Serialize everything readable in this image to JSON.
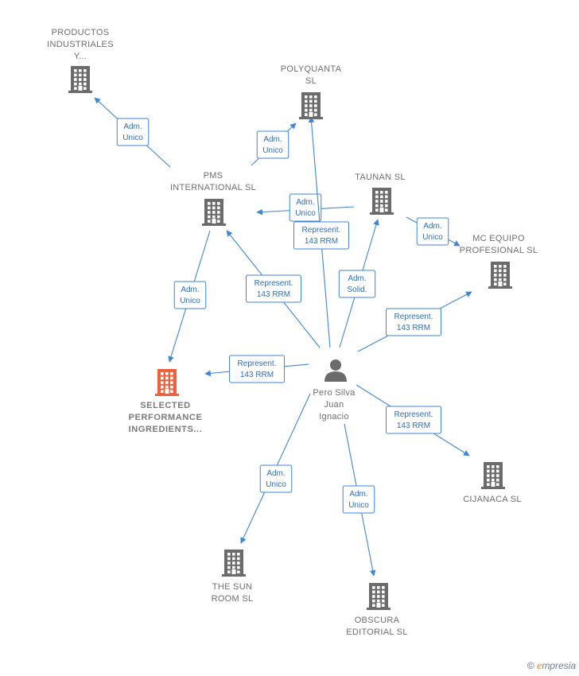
{
  "colors": {
    "edge": "#3f86d8",
    "edge_text": "#2e6fbf",
    "building": "#6b6b6b",
    "highlight": "#f0603a",
    "label": "#6f6f6f"
  },
  "nodes": [
    {
      "id": "productos",
      "type": "company",
      "icon": "building-icon",
      "lines": [
        "PRODUCTOS",
        "INDUSTRIALES",
        "Y..."
      ]
    },
    {
      "id": "polyquanta",
      "type": "company",
      "icon": "building-icon",
      "lines": [
        "POLYQUANTA",
        "SL"
      ]
    },
    {
      "id": "pms",
      "type": "company",
      "icon": "building-icon",
      "lines": [
        "PMS",
        "INTERNATIONAL SL"
      ]
    },
    {
      "id": "taunan",
      "type": "company",
      "icon": "building-icon",
      "lines": [
        "TAUNAN SL"
      ]
    },
    {
      "id": "mcequipo",
      "type": "company",
      "icon": "building-icon",
      "lines": [
        "MC EQUIPO",
        "PROFESIONAL SL"
      ]
    },
    {
      "id": "selected",
      "type": "company",
      "highlight": true,
      "icon": "building-icon",
      "lines": [
        "SELECTED",
        "PERFORMANCE",
        "INGREDIENTS..."
      ]
    },
    {
      "id": "pero",
      "type": "person",
      "icon": "person-icon",
      "lines": [
        "Pero Silva",
        "Juan",
        "Ignacio"
      ]
    },
    {
      "id": "cijanaca",
      "type": "company",
      "icon": "building-icon",
      "lines": [
        "CIJANACA  SL"
      ]
    },
    {
      "id": "sunroom",
      "type": "company",
      "icon": "building-icon",
      "lines": [
        "THE SUN",
        "ROOM  SL"
      ]
    },
    {
      "id": "obscura",
      "type": "company",
      "icon": "building-icon",
      "lines": [
        "OBSCURA",
        "EDITORIAL  SL"
      ]
    }
  ],
  "edges": [
    {
      "from": "pms",
      "to": "productos",
      "label": [
        "Adm.",
        "Unico"
      ]
    },
    {
      "from": "pms",
      "to": "polyquanta",
      "label": [
        "Adm.",
        "Unico"
      ]
    },
    {
      "from": "taunan",
      "to": "pms",
      "label": [
        "Adm.",
        "Unico"
      ]
    },
    {
      "from": "taunan",
      "to": "mcequipo",
      "label": [
        "Adm.",
        "Unico"
      ]
    },
    {
      "from": "pms",
      "to": "selected",
      "label": [
        "Adm.",
        "Unico"
      ]
    },
    {
      "from": "pero",
      "to": "polyquanta",
      "label": [
        "Represent.",
        "143 RRM"
      ]
    },
    {
      "from": "pero",
      "to": "pms",
      "label": [
        "Represent.",
        "143 RRM"
      ]
    },
    {
      "from": "pero",
      "to": "taunan",
      "label": [
        "Adm.",
        "Solid."
      ]
    },
    {
      "from": "pero",
      "to": "mcequipo",
      "label": [
        "Represent.",
        "143 RRM"
      ]
    },
    {
      "from": "pero",
      "to": "selected",
      "label": [
        "Represent.",
        "143 RRM"
      ]
    },
    {
      "from": "pero",
      "to": "cijanaca",
      "label": [
        "Represent.",
        "143 RRM"
      ]
    },
    {
      "from": "pero",
      "to": "sunroom",
      "label": [
        "Adm.",
        "Unico"
      ]
    },
    {
      "from": "pero",
      "to": "obscura",
      "label": [
        "Adm.",
        "Unico"
      ]
    }
  ],
  "credit": {
    "symbol": "©",
    "brand_initial": "e",
    "brand_rest": "mpresia"
  }
}
